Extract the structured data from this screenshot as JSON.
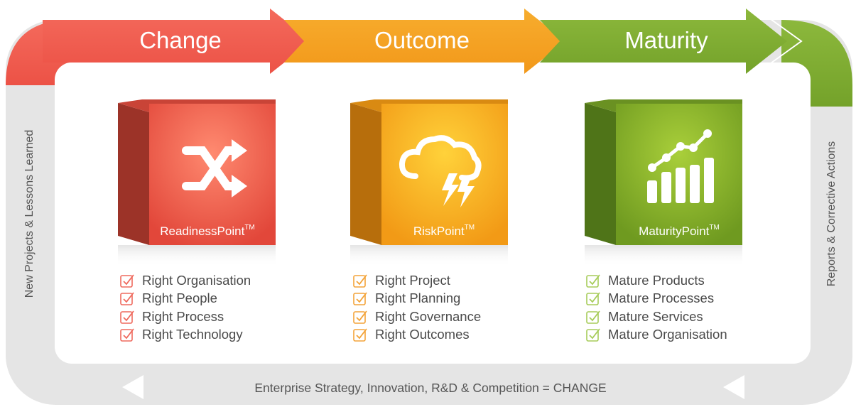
{
  "stages": [
    {
      "title": "Change",
      "color": "#f05a4f"
    },
    {
      "title": "Outcome",
      "color": "#f3a020"
    },
    {
      "title": "Maturity",
      "color": "#7eaa32"
    }
  ],
  "products": [
    {
      "name": "ReadinessPoint",
      "tm": "TM",
      "icon": "shuffle-icon",
      "color": "#ee5d4d"
    },
    {
      "name": "RiskPoint",
      "tm": "TM",
      "icon": "storm-cloud-icon",
      "color": "#f5a623"
    },
    {
      "name": "MaturityPoint",
      "tm": "TM",
      "icon": "growth-chart-icon",
      "color": "#7fa82e"
    }
  ],
  "checklists": {
    "readiness": [
      "Right Organisation",
      "Right People",
      "Right Process",
      "Right Technology"
    ],
    "risk": [
      "Right Project",
      "Right Planning",
      "Right Governance",
      "Right Outcomes"
    ],
    "maturity": [
      "Mature Products",
      "Mature Processes",
      "Mature Services",
      "Mature Organisation"
    ]
  },
  "left_label": "New Projects & Lessons Learned",
  "right_label": "Reports & Corrective Actions",
  "bottom_label": "Enterprise Strategy, Innovation, R&D & Competition = CHANGE",
  "colors": {
    "red": "#ef5a4c",
    "orange": "#f4a11f",
    "green": "#7cab2f",
    "loop_grey": "#e6e6e6",
    "check_red": "#ef6a5e",
    "check_orange": "#f3a43a",
    "check_green": "#a7cc5a"
  }
}
